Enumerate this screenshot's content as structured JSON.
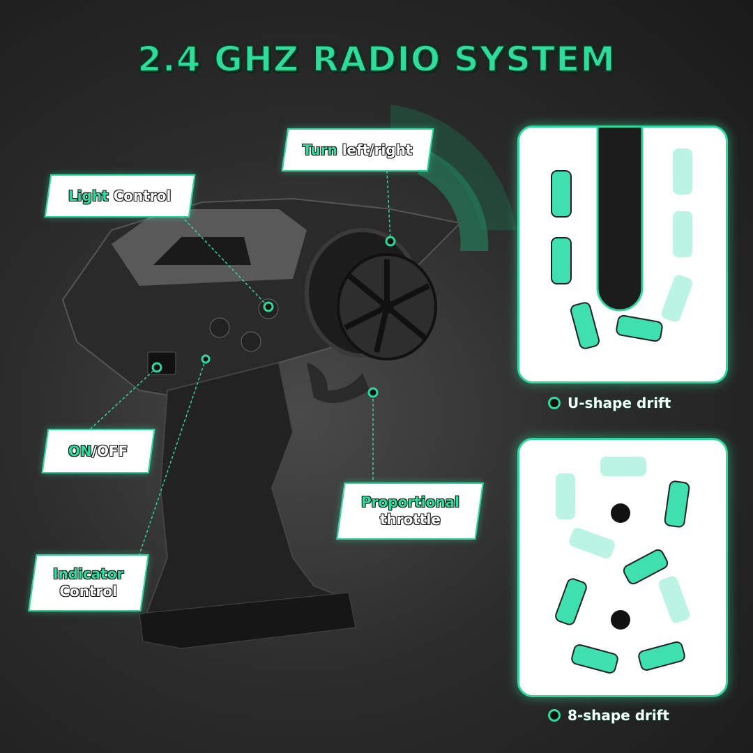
{
  "title": "2.4 GHZ RADIO SYSTEM",
  "labels": {
    "turn": {
      "highlight": "Turn",
      "rest": "left/right"
    },
    "light": {
      "highlight": "Light",
      "rest": "Control"
    },
    "onoff": {
      "highlight": "ON",
      "rest": "/OFF"
    },
    "throttle": {
      "highlight": "Proportional",
      "rest": "throttle"
    },
    "indicator": {
      "highlight": "Indicator",
      "rest": "Control"
    }
  },
  "panels": {
    "u_shape": "U-shape drift",
    "eight_shape": "8-shape drift"
  },
  "colors": {
    "accent": "#2fd79a",
    "background": "#2c2c2c",
    "car": "#3fe0b0"
  }
}
